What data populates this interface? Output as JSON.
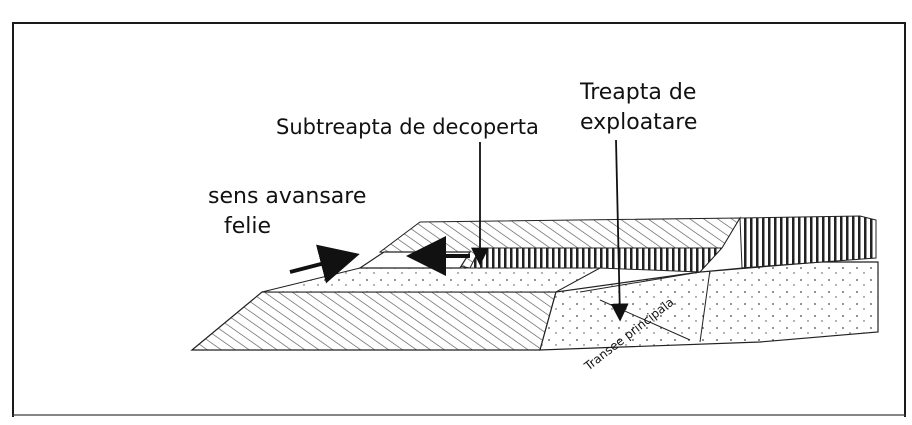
{
  "labels": {
    "subtreapta": "Subtreapta de decoperta",
    "treapta_line1": "Treapta de",
    "treapta_line2": "exploatare",
    "sens_line1": "sens avansare",
    "sens_line2": "felie",
    "transee": "Transee principala"
  },
  "colors": {
    "ink": "#111111",
    "hatch": "#333333",
    "background": "#ffffff"
  }
}
